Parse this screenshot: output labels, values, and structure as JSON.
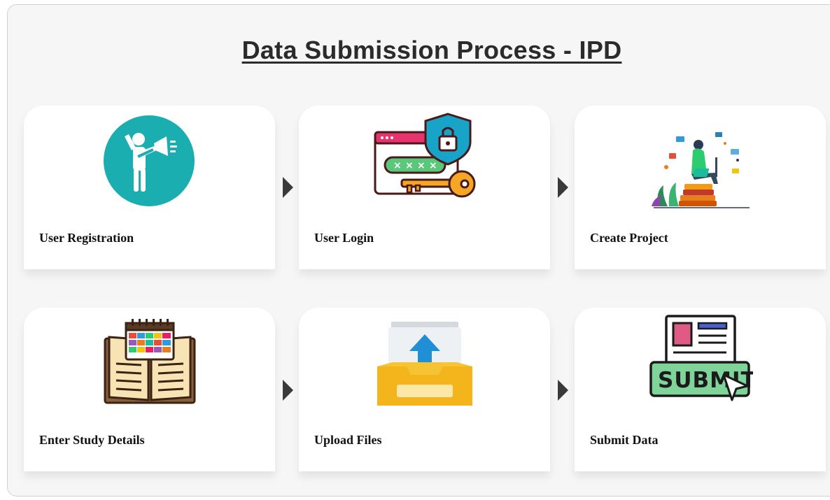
{
  "page": {
    "title": "Data Submission Process - IPD"
  },
  "steps": [
    {
      "label": "User Registration",
      "icon": "megaphone-person-icon"
    },
    {
      "label": "User Login",
      "icon": "login-key-lock-icon"
    },
    {
      "label": "Create Project",
      "icon": "person-laptop-illustration-icon"
    },
    {
      "label": "Enter Study Details",
      "icon": "calendar-book-icon"
    },
    {
      "label": "Upload Files",
      "icon": "upload-tray-icon"
    },
    {
      "label": "Submit Data",
      "icon": "submit-form-icon",
      "icon_text": "SUBMIT"
    }
  ],
  "colors": {
    "panel_bg": "#f6f6f6",
    "teal": "#1aaeb0",
    "arrow": "#3a3a3a"
  }
}
